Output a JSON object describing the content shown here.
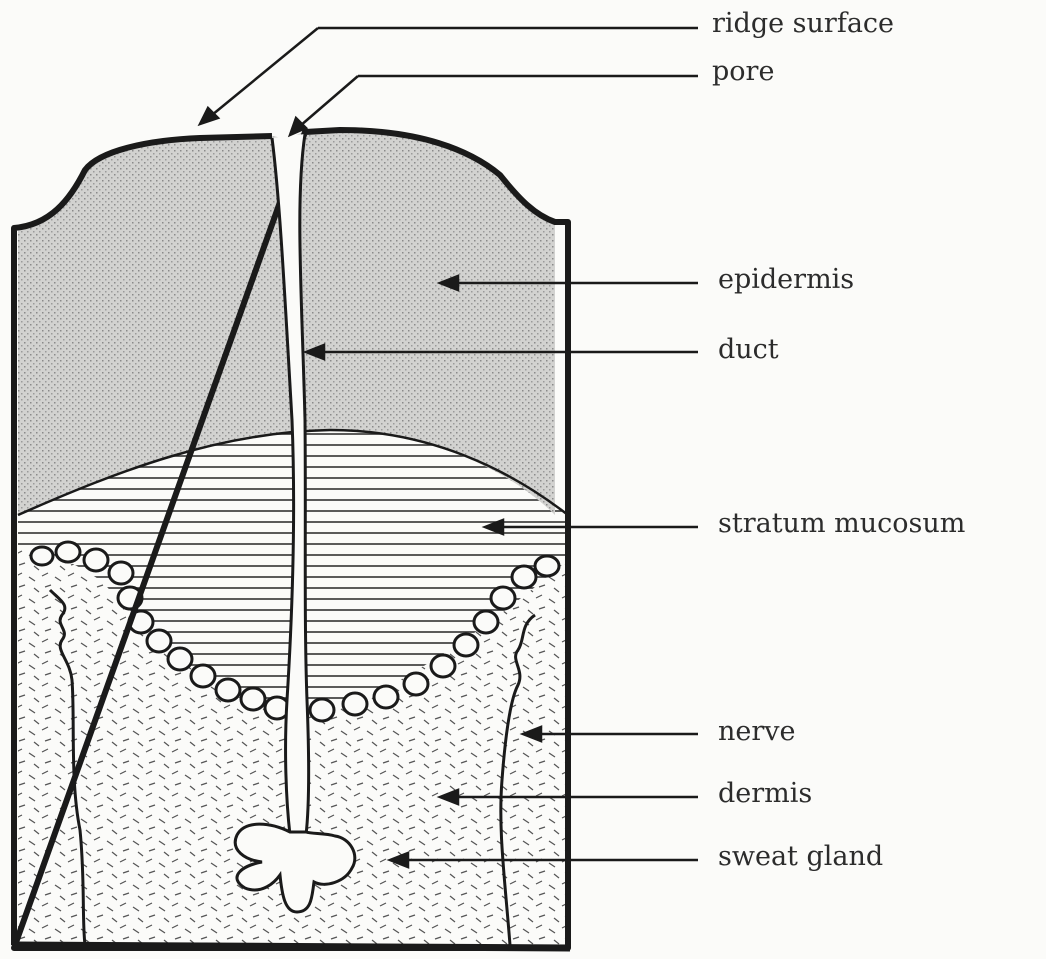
{
  "diagram": {
    "labels": {
      "ridge_surface": "ridge surface",
      "pore": "pore",
      "epidermis": "epidermis",
      "duct": "duct",
      "stratum_mucosum": "stratum mucosum",
      "nerve": "nerve",
      "dermis": "dermis",
      "sweat_gland": "sweat gland"
    },
    "colors": {
      "ink": "#1a1a1a",
      "epidermis_fill": "#c9c9c9",
      "background": "#fbfbf9"
    }
  }
}
